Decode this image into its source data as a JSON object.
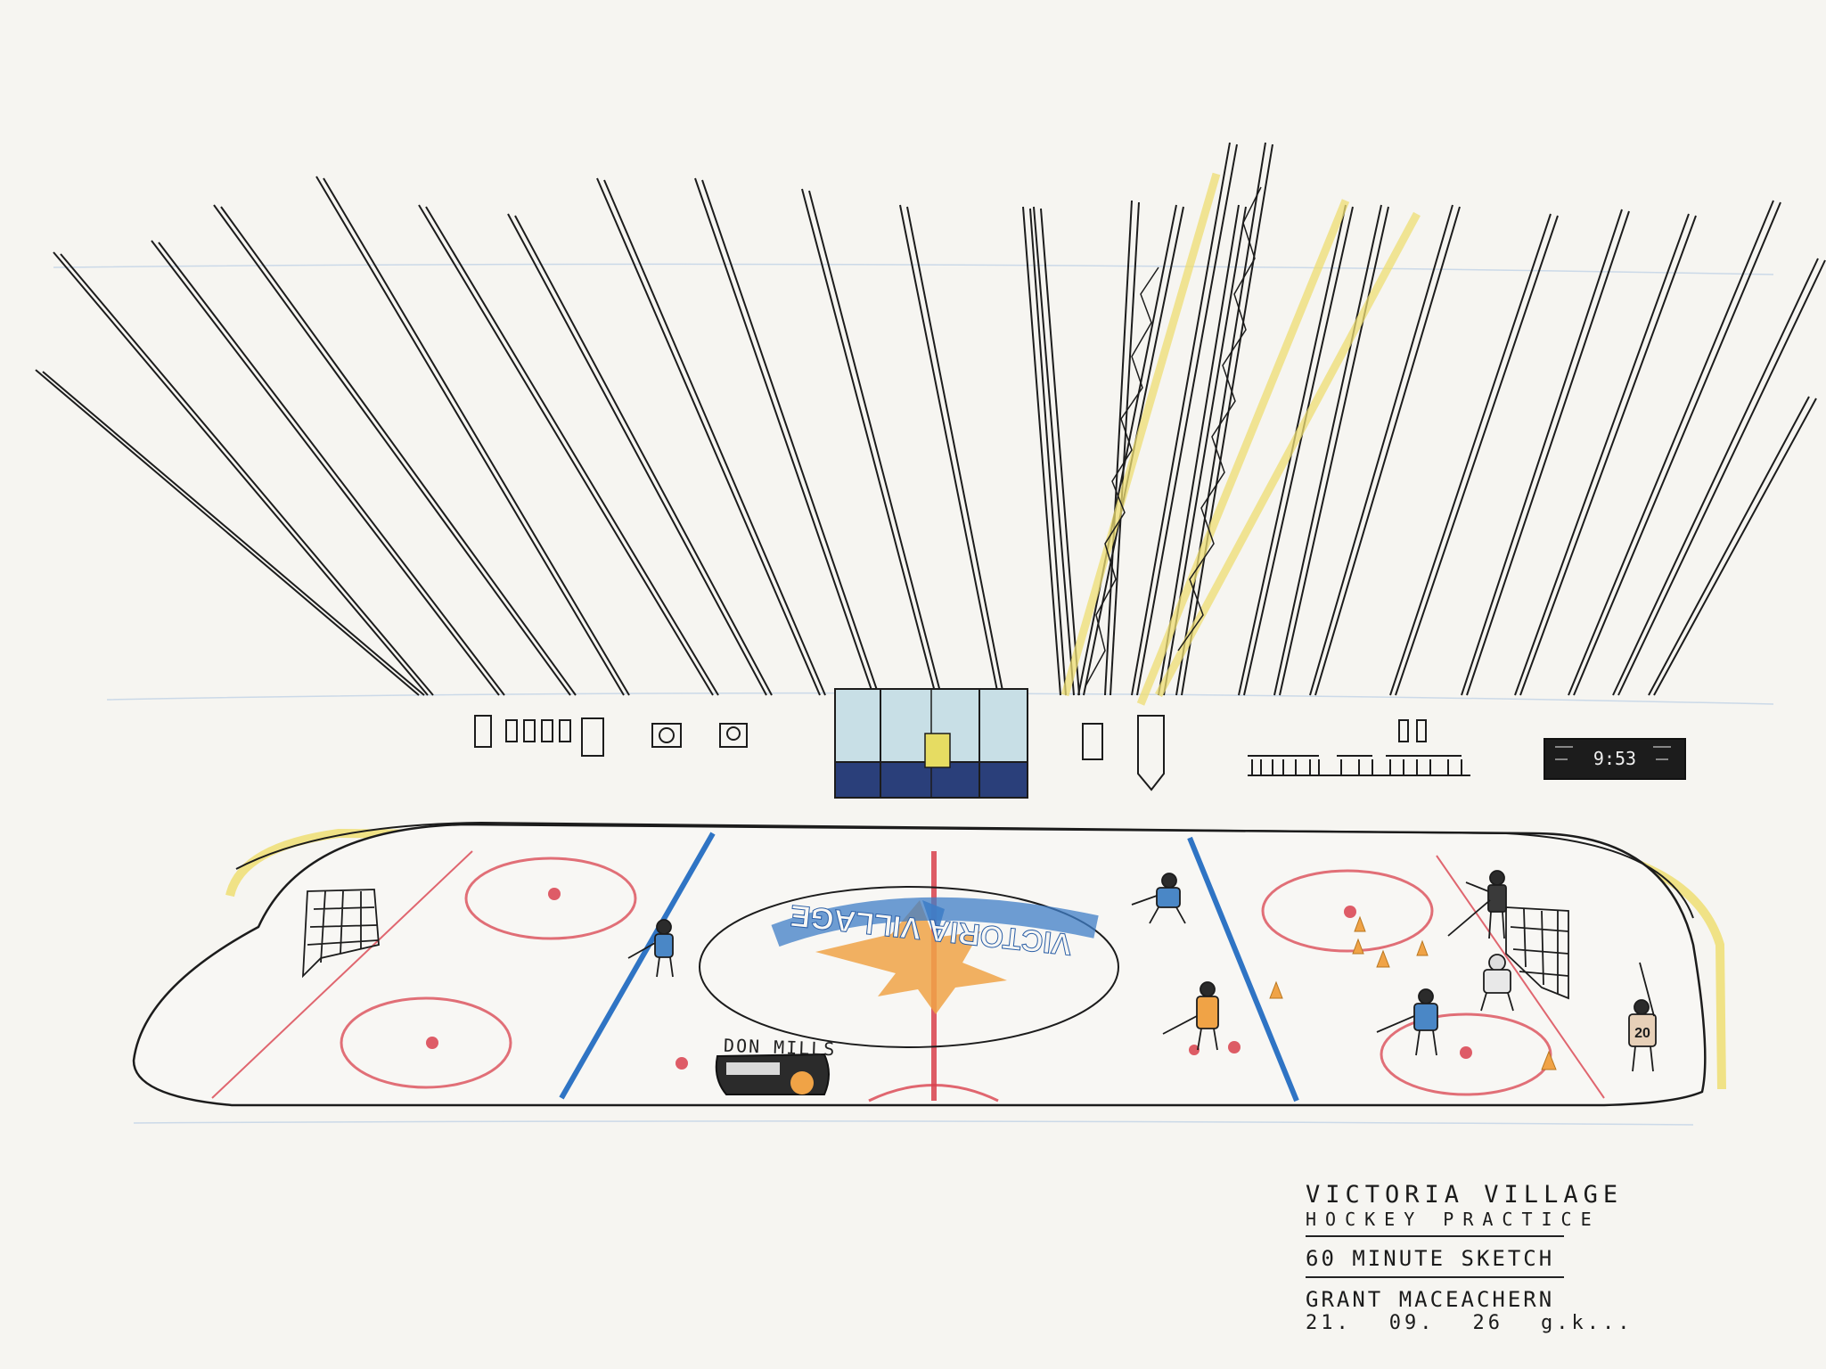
{
  "scene": {
    "logo_text": "VICTORIA VILLAGE",
    "sponsor_board_text": "DON MILLS",
    "scoreboard_time": "9:53",
    "jersey_number": "20"
  },
  "caption": {
    "title": "VICTORIA VILLAGE",
    "subtitle": "HOCKEY PRACTICE",
    "duration": "60 MINUTE SKETCH",
    "author": "GRANT MACEACHERN",
    "date_day": "21.",
    "date_month": "09.",
    "date_year": "26",
    "signature": "g.k..."
  },
  "colors": {
    "background": "#f6f5f1",
    "ink": "#1a1a1a",
    "red_line": "#d9414d",
    "blue_line": "#2f74c4",
    "yellow_wash": "#eede73",
    "logo_orange": "#f0a346",
    "logo_blue": "#3f7dc7",
    "scoreboard_bg": "#1c1c1c",
    "glass_blue": "#2a3f7a"
  }
}
